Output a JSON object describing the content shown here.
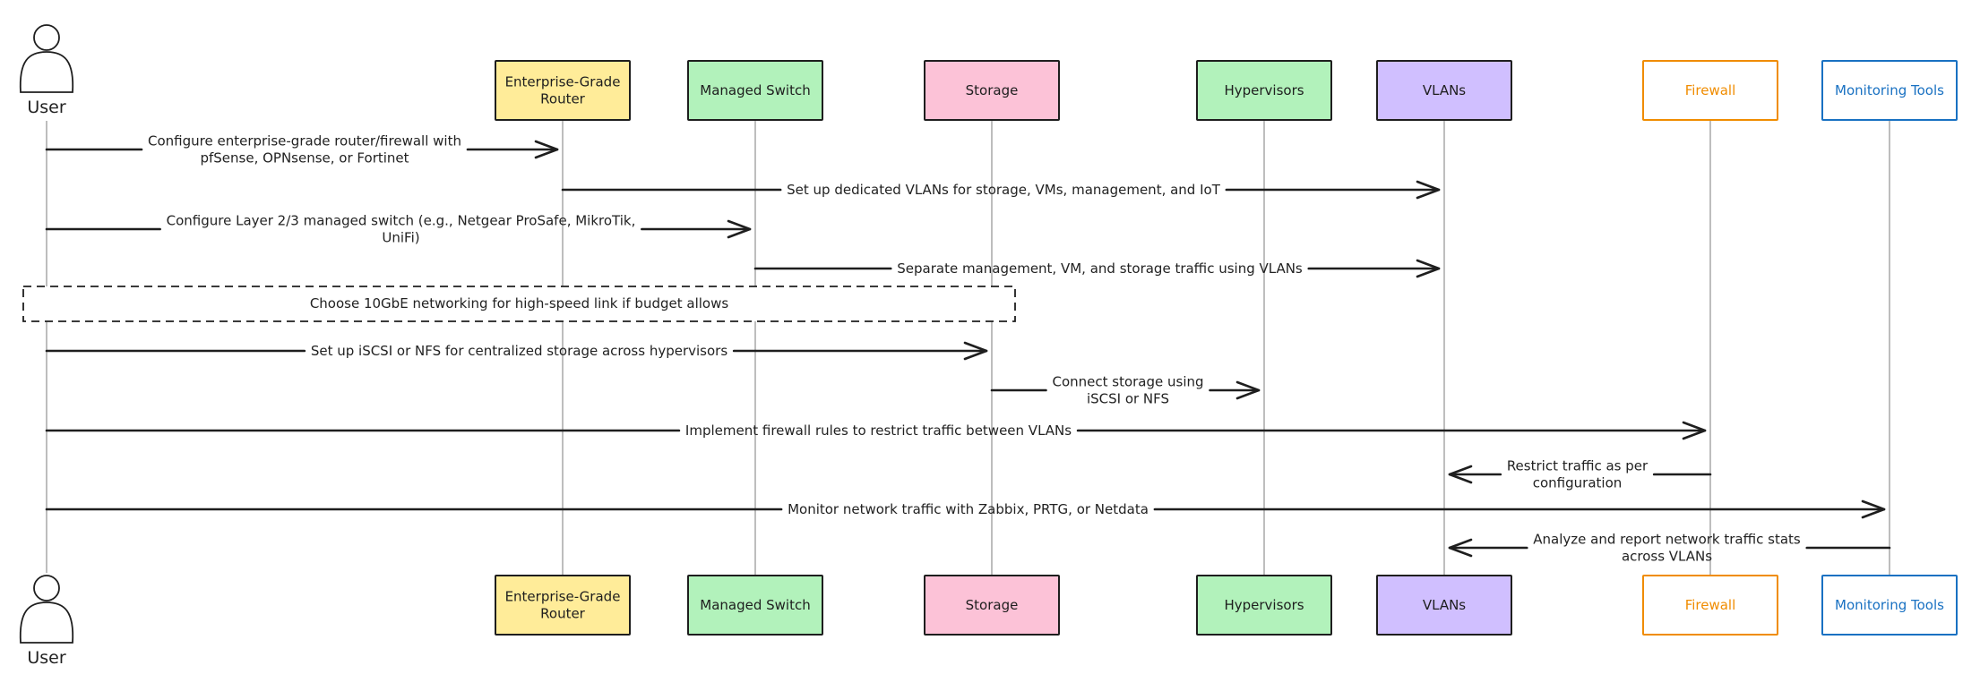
{
  "participants": [
    {
      "id": "user",
      "label": "User",
      "kind": "actor"
    },
    {
      "id": "router",
      "label": [
        "Enterprise-Grade",
        "Router"
      ],
      "fill": "#ffec99",
      "stroke": "#1e1e1e",
      "text": "#1e1e1e"
    },
    {
      "id": "switch",
      "label": [
        "Managed Switch"
      ],
      "fill": "#b2f2bb",
      "stroke": "#1e1e1e",
      "text": "#1e1e1e"
    },
    {
      "id": "storage",
      "label": [
        "Storage"
      ],
      "fill": "#fcc2d7",
      "stroke": "#1e1e1e",
      "text": "#1e1e1e"
    },
    {
      "id": "hypervisors",
      "label": [
        "Hypervisors"
      ],
      "fill": "#b2f2bb",
      "stroke": "#1e1e1e",
      "text": "#1e1e1e"
    },
    {
      "id": "vlans",
      "label": [
        "VLANs"
      ],
      "fill": "#d0bfff",
      "stroke": "#1e1e1e",
      "text": "#1e1e1e"
    },
    {
      "id": "firewall",
      "label": [
        "Firewall"
      ],
      "fill": "#ffffff",
      "stroke": "#f08c00",
      "text": "#f08c00"
    },
    {
      "id": "monitoring",
      "label": [
        "Monitoring Tools"
      ],
      "fill": "#ffffff",
      "stroke": "#1971c2",
      "text": "#1971c2"
    }
  ],
  "messages": [
    {
      "from": "user",
      "to": "router",
      "text": [
        "Configure enterprise-grade router/firewall with",
        "pfSense, OPNsense, or Fortinet"
      ]
    },
    {
      "from": "router",
      "to": "vlans",
      "text": [
        "Set up dedicated VLANs for storage, VMs, management, and IoT"
      ]
    },
    {
      "from": "user",
      "to": "switch",
      "text": [
        "Configure Layer 2/3 managed switch (e.g., Netgear ProSafe, MikroTik,",
        "UniFi)"
      ]
    },
    {
      "from": "switch",
      "to": "vlans",
      "text": [
        "Separate management, VM, and storage traffic using VLANs"
      ]
    },
    {
      "note": true,
      "from": "user",
      "to": "storage",
      "text": [
        "Choose 10GbE networking for high-speed link if budget allows"
      ]
    },
    {
      "from": "user",
      "to": "storage",
      "text": [
        "Set up iSCSI or NFS for centralized storage across hypervisors"
      ]
    },
    {
      "from": "storage",
      "to": "hypervisors",
      "text": [
        "Connect storage using",
        "iSCSI or NFS"
      ]
    },
    {
      "from": "user",
      "to": "firewall",
      "text": [
        "Implement firewall rules to restrict traffic between VLANs"
      ]
    },
    {
      "from": "firewall",
      "to": "vlans",
      "text": [
        "Restrict traffic as per",
        "configuration"
      ]
    },
    {
      "from": "user",
      "to": "monitoring",
      "text": [
        "Monitor network traffic with Zabbix, PRTG, or Netdata"
      ]
    },
    {
      "from": "monitoring",
      "to": "vlans",
      "text": [
        "Analyze and report network traffic stats",
        "across VLANs"
      ]
    }
  ]
}
